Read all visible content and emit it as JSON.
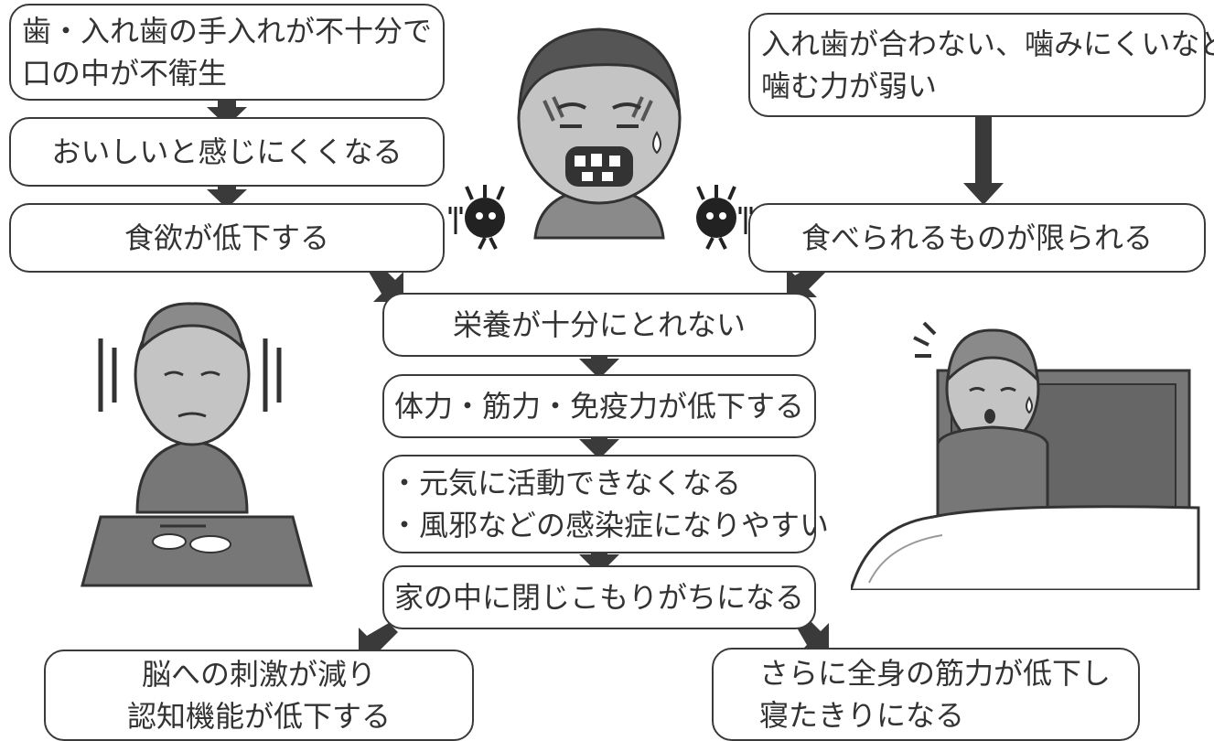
{
  "boxes": {
    "poor_hygiene": {
      "lines": [
        "歯・入れ歯の手入れが不十分で",
        "口の中が不衛生"
      ]
    },
    "taste": {
      "lines": [
        "おいしいと感じにくくなる"
      ]
    },
    "appetite": {
      "lines": [
        "食欲が低下する"
      ]
    },
    "weak_chewing": {
      "lines": [
        "入れ歯が合わない、噛みにくいなど",
        "噛む力が弱い"
      ]
    },
    "limited_food": {
      "lines": [
        "食べられるものが限られる"
      ]
    },
    "nutrition": {
      "lines": [
        "栄養が十分にとれない"
      ]
    },
    "strength": {
      "lines": [
        "体力・筋力・免疫力が低下する"
      ]
    },
    "effects": {
      "lines": [
        "・元気に活動できなくなる",
        "・風邪などの感染症になりやすい"
      ]
    },
    "homebound": {
      "lines": [
        "家の中に閉じこもりがちになる"
      ]
    },
    "cognitive": {
      "lines": [
        "脳への刺激が減り",
        "認知機能が低下する"
      ]
    },
    "bedridden": {
      "lines": [
        "さらに全身の筋力が低下し",
        "寝たきりになる"
      ]
    }
  },
  "colors": {
    "arrow": "#3a3a3a",
    "border": "#3a3a3a",
    "text": "#333333",
    "illustration_dark": "#555555",
    "illustration_mid": "#8a8a8a",
    "illustration_light": "#c4c4c4"
  }
}
